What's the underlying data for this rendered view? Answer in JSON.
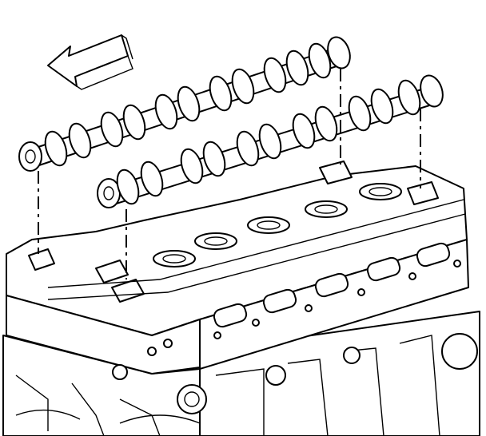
{
  "diagram": {
    "ink_color": "#000000",
    "paper_color": "#ffffff",
    "direction_arrow": "arrow-left-icon",
    "parts": [
      "camshaft",
      "camshaft",
      "cylinder-head",
      "engine-block"
    ]
  }
}
